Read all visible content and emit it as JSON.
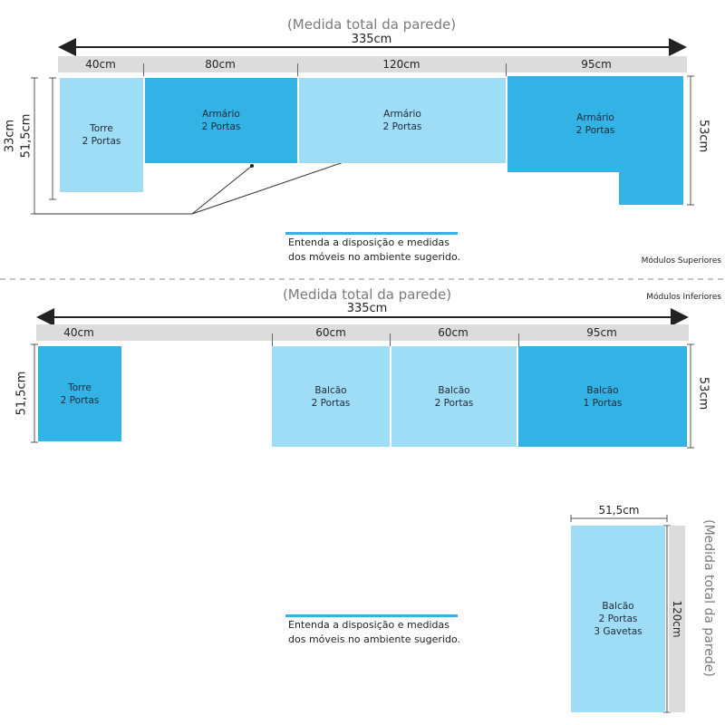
{
  "colors": {
    "light": "#9fdcf5",
    "dark": "#33b2e5",
    "band": "#dcdcdc"
  },
  "upper": {
    "title": "(Medida total da parede)",
    "total": "335cm",
    "segments": [
      "40cm",
      "80cm",
      "120cm",
      "95cm"
    ],
    "left_outer": "33cm",
    "left_inner": "51,5cm",
    "right": "53cm",
    "modules": [
      {
        "name": "Torre",
        "doors": "2 Portas"
      },
      {
        "name": "Armário",
        "doors": "2 Portas"
      },
      {
        "name": "Armário",
        "doors": "2 Portas"
      },
      {
        "name": "Armário",
        "doors": "2 Portas"
      }
    ],
    "note_line1": "Entenda a disposição e medidas",
    "note_line2": "dos móveis no ambiente sugerido.",
    "section_label": "Módulos Superiores"
  },
  "lower": {
    "section_label": "Módulos Inferiores",
    "title": "(Medida total da parede)",
    "total": "335cm",
    "segments": [
      "40cm",
      "60cm",
      "60cm",
      "95cm"
    ],
    "left": "51,5cm",
    "right": "53cm",
    "modules": [
      {
        "name": "Torre",
        "doors": "2 Portas"
      },
      {
        "name": "Balcão",
        "doors": "2 Portas"
      },
      {
        "name": "Balcão",
        "doors": "2 Portas"
      },
      {
        "name": "Balcão",
        "doors": "1 Portas"
      }
    ],
    "note_line1": "Entenda a disposição e medidas",
    "note_line2": "dos móveis no ambiente sugerido."
  },
  "side": {
    "width": "51,5cm",
    "height": "120cm",
    "title": "(Medida total da parede)",
    "module": {
      "name": "Balcão",
      "doors": "2 Portas",
      "drawers": "3 Gavetas"
    }
  }
}
